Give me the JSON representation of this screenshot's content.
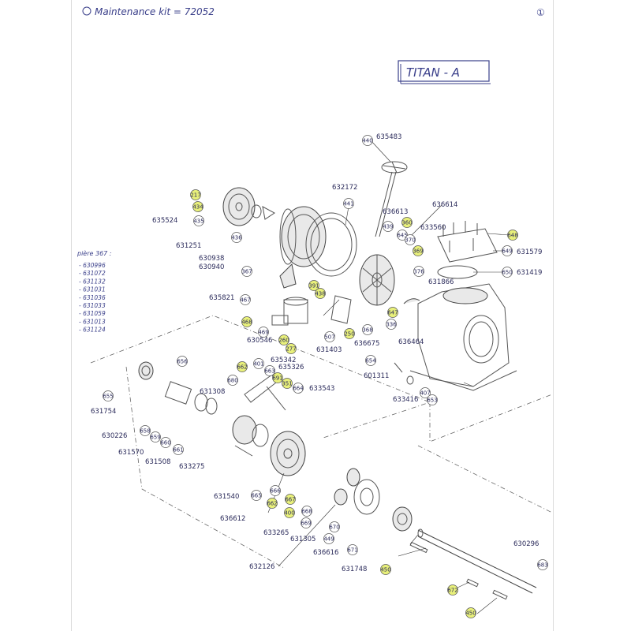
{
  "header": {
    "kit_text": "Maintenance kit = 72052",
    "sheet_mark": "①",
    "model_title": "TITAN - A"
  },
  "side_note": {
    "title": "pière 367 :",
    "items": [
      "- 630996",
      "- 631072",
      "- 631132",
      "- 631031",
      "- 631036",
      "- 631033",
      "- 631059",
      "- 631013",
      "- 631124"
    ]
  },
  "colors": {
    "highlight": "#e8f07a",
    "ink": "#3a3f8a",
    "circle": "#ffffff"
  },
  "callouts": [
    {
      "id": "c440",
      "n": "440",
      "hl": false
    },
    {
      "id": "c217",
      "n": "217",
      "hl": true
    },
    {
      "id": "c434",
      "n": "434",
      "hl": true
    },
    {
      "id": "c435",
      "n": "435",
      "hl": false
    },
    {
      "id": "c436",
      "n": "436",
      "hl": false
    },
    {
      "id": "c441",
      "n": "441",
      "hl": false
    },
    {
      "id": "c439",
      "n": "439",
      "hl": false
    },
    {
      "id": "c360",
      "n": "360",
      "hl": true
    },
    {
      "id": "c645",
      "n": "645",
      "hl": false
    },
    {
      "id": "c370",
      "n": "370",
      "hl": false
    },
    {
      "id": "c369",
      "n": "369",
      "hl": true
    },
    {
      "id": "c648",
      "n": "648",
      "hl": true
    },
    {
      "id": "c649",
      "n": "649",
      "hl": false
    },
    {
      "id": "c650",
      "n": "650",
      "hl": false
    },
    {
      "id": "c367",
      "n": "367",
      "hl": false
    },
    {
      "id": "c376",
      "n": "376",
      "hl": false
    },
    {
      "id": "c391",
      "n": "391",
      "hl": true
    },
    {
      "id": "c438",
      "n": "438",
      "hl": true
    },
    {
      "id": "c467",
      "n": "467",
      "hl": false
    },
    {
      "id": "c647",
      "n": "647",
      "hl": true
    },
    {
      "id": "c336",
      "n": "336",
      "hl": false
    },
    {
      "id": "c468",
      "n": "468",
      "hl": true
    },
    {
      "id": "c469",
      "n": "469",
      "hl": false
    },
    {
      "id": "c507",
      "n": "507",
      "hl": false
    },
    {
      "id": "c250",
      "n": "250",
      "hl": true
    },
    {
      "id": "c368",
      "n": "368",
      "hl": false
    },
    {
      "id": "c260",
      "n": "260",
      "hl": true
    },
    {
      "id": "c277",
      "n": "277",
      "hl": true
    },
    {
      "id": "c656",
      "n": "656",
      "hl": false
    },
    {
      "id": "c662a",
      "n": "662",
      "hl": true
    },
    {
      "id": "c401",
      "n": "401",
      "hl": false
    },
    {
      "id": "c663",
      "n": "663",
      "hl": false
    },
    {
      "id": "c654",
      "n": "654",
      "hl": false
    },
    {
      "id": "c691",
      "n": "691",
      "hl": true
    },
    {
      "id": "c351",
      "n": "351",
      "hl": true
    },
    {
      "id": "c664",
      "n": "664",
      "hl": false
    },
    {
      "id": "c680",
      "n": "680",
      "hl": false
    },
    {
      "id": "c407",
      "n": "407",
      "hl": false
    },
    {
      "id": "c653",
      "n": "653",
      "hl": false
    },
    {
      "id": "c655",
      "n": "655",
      "hl": false
    },
    {
      "id": "c658",
      "n": "658",
      "hl": false
    },
    {
      "id": "c659",
      "n": "659",
      "hl": false
    },
    {
      "id": "c660",
      "n": "660",
      "hl": false
    },
    {
      "id": "c661",
      "n": "661",
      "hl": false
    },
    {
      "id": "c665",
      "n": "665",
      "hl": false
    },
    {
      "id": "c662b",
      "n": "662",
      "hl": true
    },
    {
      "id": "c666",
      "n": "666",
      "hl": false
    },
    {
      "id": "c667",
      "n": "667",
      "hl": true
    },
    {
      "id": "c400",
      "n": "400",
      "hl": true
    },
    {
      "id": "c668",
      "n": "668",
      "hl": false
    },
    {
      "id": "c669",
      "n": "669",
      "hl": false
    },
    {
      "id": "c670",
      "n": "670",
      "hl": false
    },
    {
      "id": "c449",
      "n": "449",
      "hl": false
    },
    {
      "id": "c671",
      "n": "671",
      "hl": false
    },
    {
      "id": "c450a",
      "n": "450",
      "hl": true
    },
    {
      "id": "c683",
      "n": "683",
      "hl": false
    },
    {
      "id": "c672",
      "n": "672",
      "hl": true
    },
    {
      "id": "c450b",
      "n": "450",
      "hl": true
    }
  ],
  "part_numbers": {
    "p635483": "635483",
    "p632172": "632172",
    "p636613": "636613",
    "p636614": "636614",
    "p633560": "633560",
    "p635524": "635524",
    "p631251": "631251",
    "p630938": "630938",
    "p630940": "630940",
    "p631579": "631579",
    "p631419": "631419",
    "p631866": "631866",
    "p635821": "635821",
    "p631403": "631403",
    "p636675": "636675",
    "p636464": "636464",
    "p630546": "630546",
    "p635342": "635342",
    "p635326": "635326",
    "p633543": "633543",
    "p601311": "601311",
    "p631308a": "631308",
    "p631754": "631754",
    "p630226": "630226",
    "p631570": "631570",
    "p631508": "631508",
    "p633275": "633275",
    "p633416": "633416",
    "p631540": "631540",
    "p636612": "636612",
    "p633265": "633265",
    "p631305": "631305",
    "p636616": "636616",
    "p631748": "631748",
    "p632126": "632126",
    "p630296": "630296"
  }
}
